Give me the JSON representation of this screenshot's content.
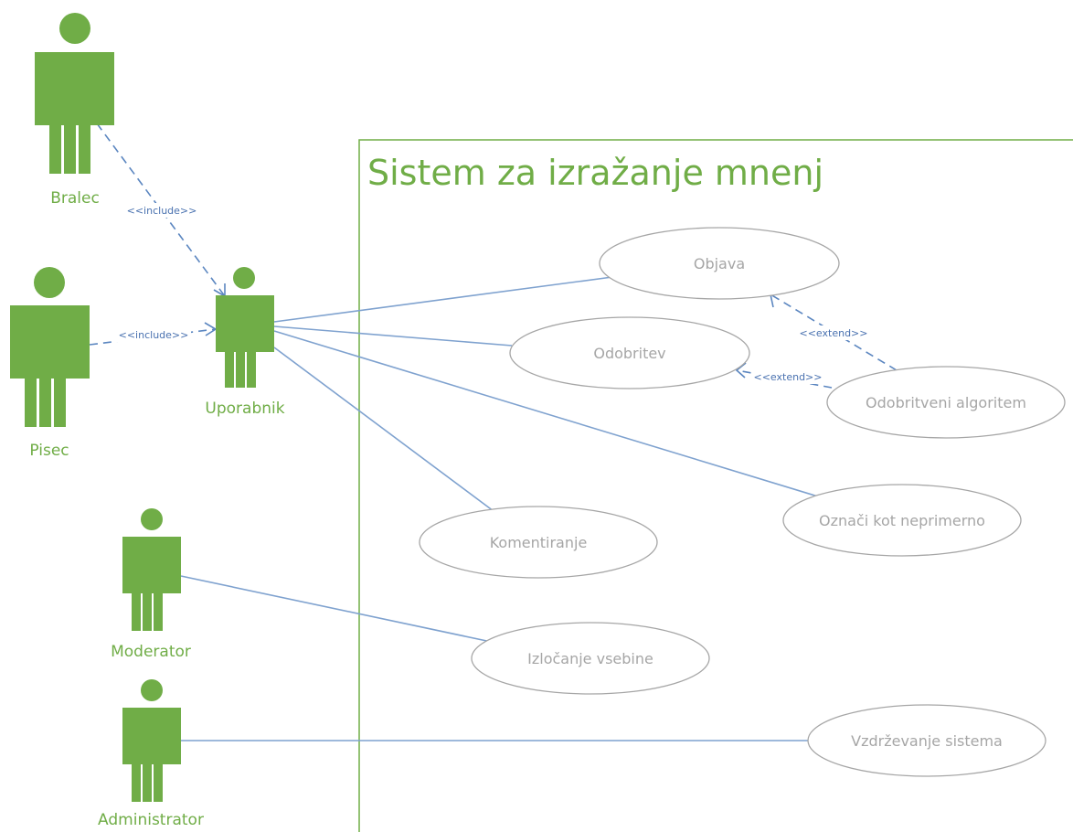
{
  "system": {
    "title": "Sistem za izražanje mnenj"
  },
  "actors": {
    "bralec": "Bralec",
    "pisec": "Pisec",
    "uporabnik": "Uporabnik",
    "moderator": "Moderator",
    "administrator": "Administrator"
  },
  "use_cases": {
    "objava": "Objava",
    "odobritev": "Odobritev",
    "odobritveni_algoritem": "Odobritveni algoritem",
    "oznaci": "Označi kot neprimerno",
    "komentiranje": "Komentiranje",
    "izlocanje": "Izločanje vsebine",
    "vzdrzevanje": "Vzdrževanje sistema"
  },
  "relations": {
    "include_bralec": "<<include>>",
    "include_pisec": "<<include>>",
    "extend_objava": "<<extend>>",
    "extend_odobritev": "<<extend>>"
  },
  "colors": {
    "actor": "#70ad47",
    "line": "#7fa2cf",
    "usecase_text": "#a6a6a6"
  }
}
